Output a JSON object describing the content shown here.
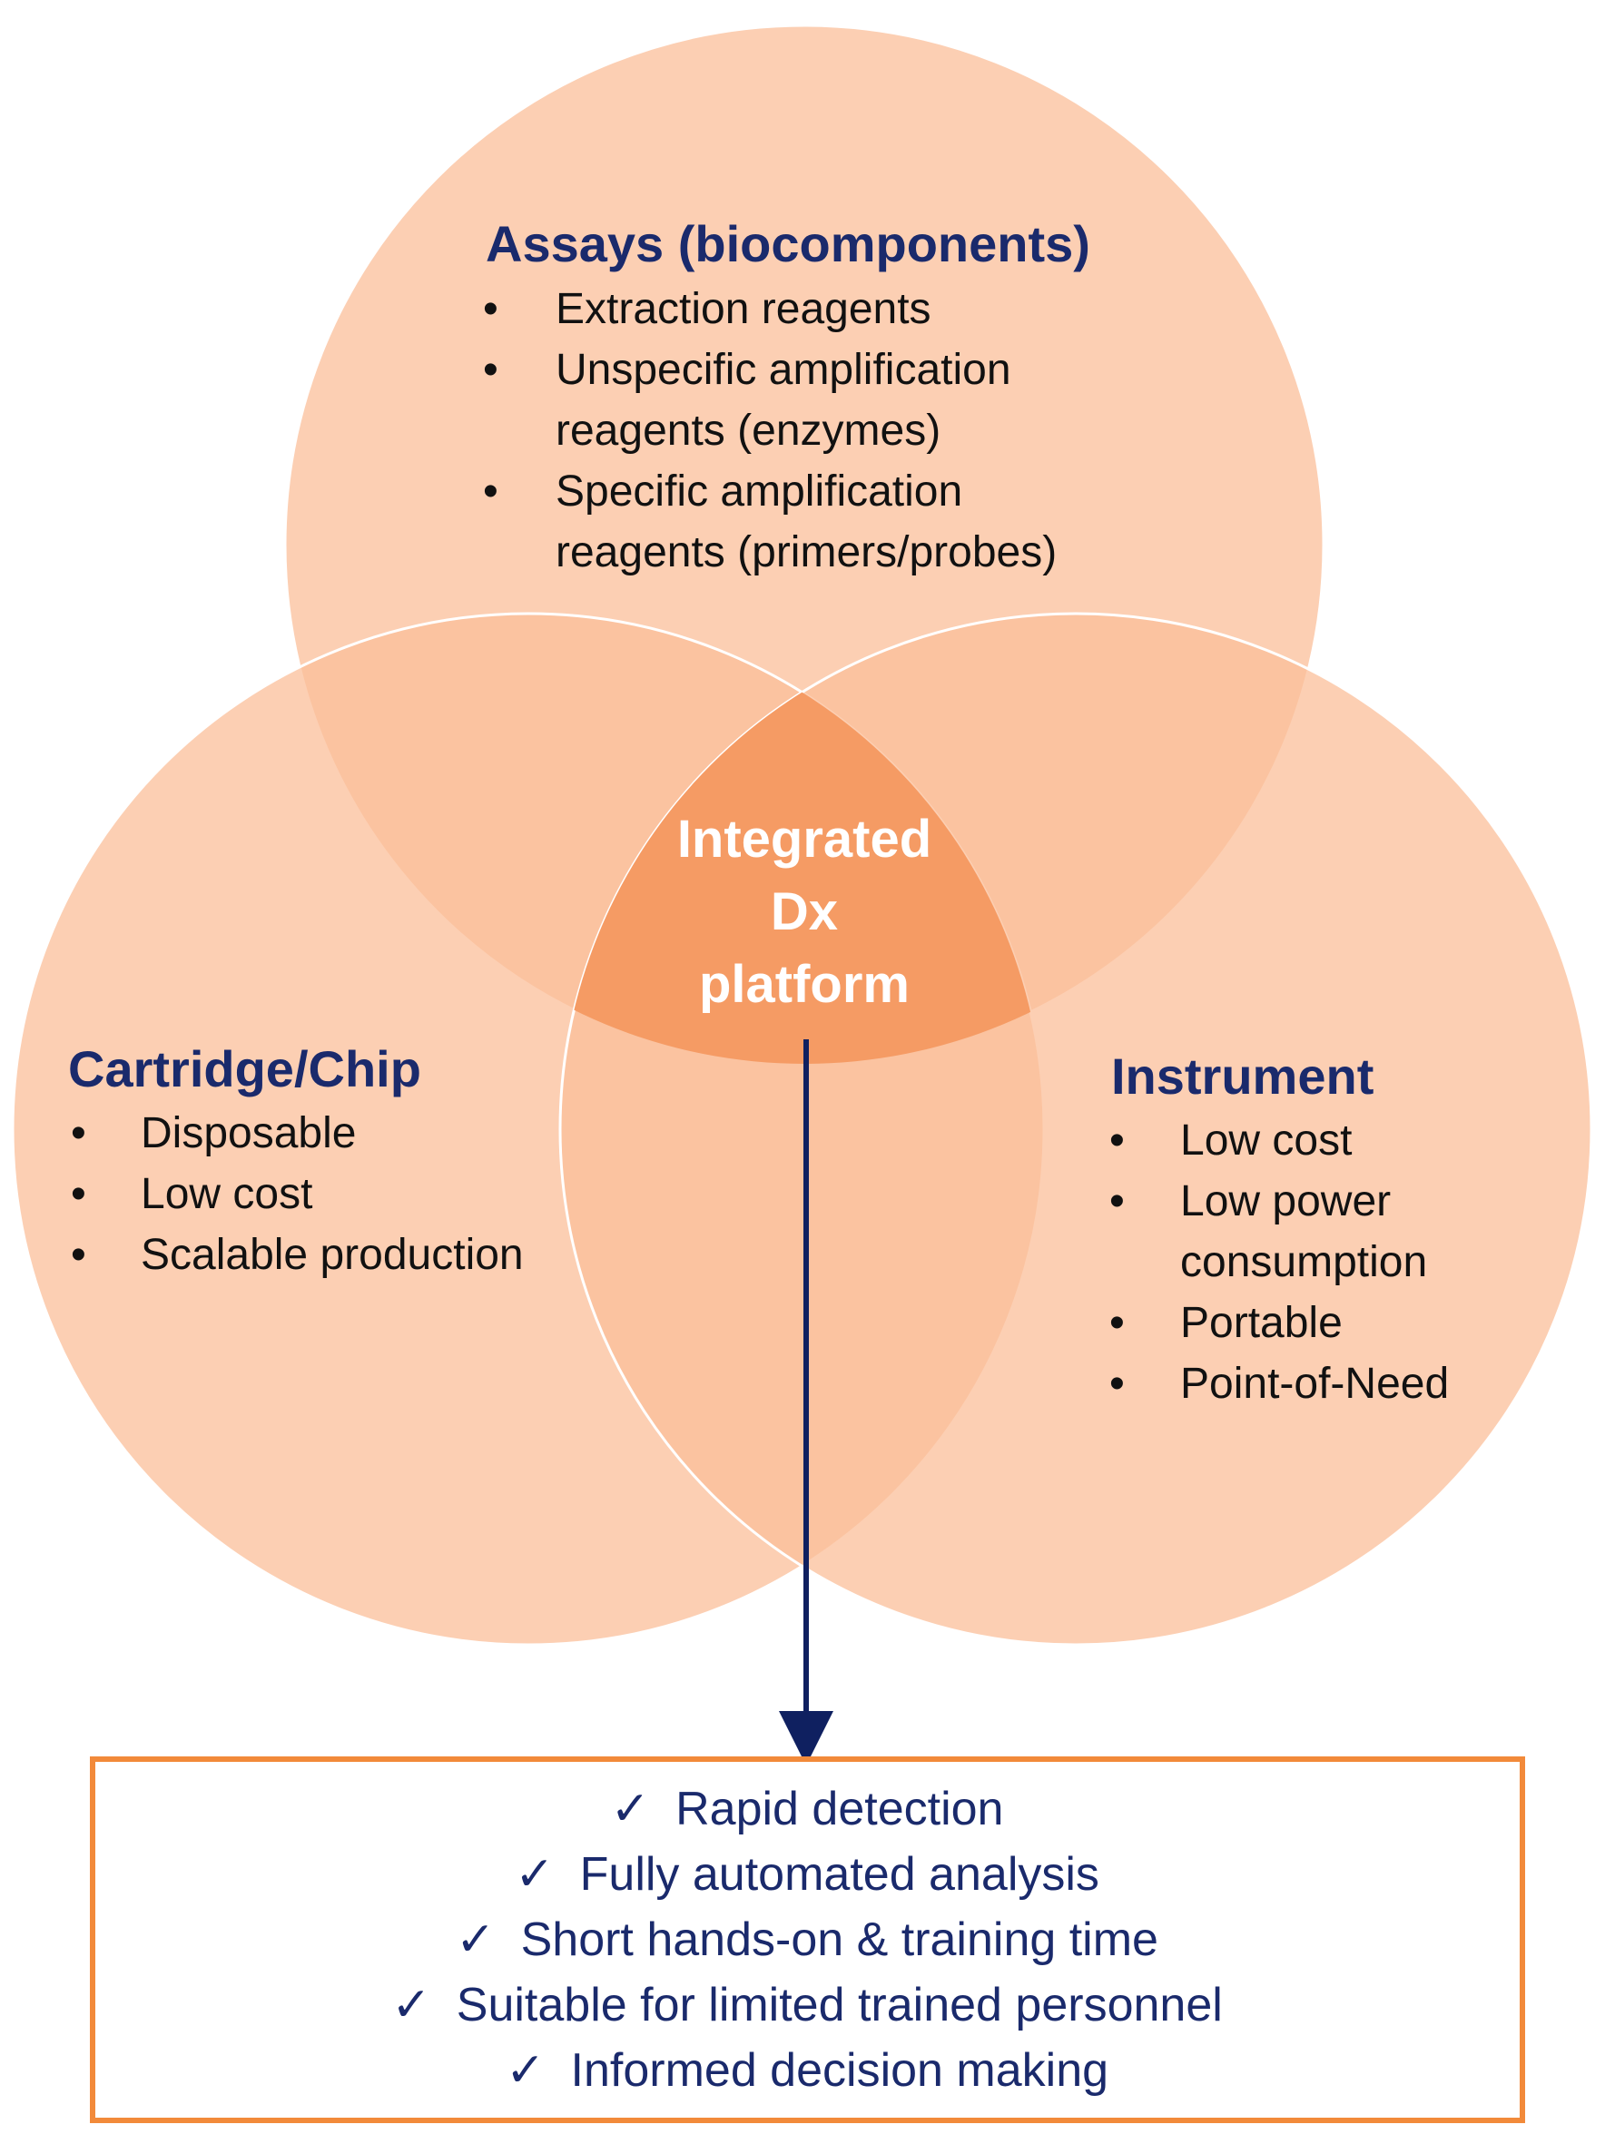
{
  "diagram": {
    "assays": {
      "title": "Assays (biocomponents)",
      "bullets": [
        [
          "Extraction reagents"
        ],
        [
          "Unspecific amplification",
          "reagents (enzymes)"
        ],
        [
          "Specific amplification",
          "reagents (primers/probes)"
        ]
      ]
    },
    "cartridge": {
      "title": "Cartridge/Chip",
      "bullets": [
        [
          "Disposable"
        ],
        [
          "Low cost"
        ],
        [
          "Scalable production"
        ]
      ]
    },
    "instrument": {
      "title": "Instrument",
      "bullets": [
        [
          "Low cost"
        ],
        [
          "Low power",
          "consumption"
        ],
        [
          "Portable"
        ],
        [
          "Point-of-Need"
        ]
      ]
    },
    "center": {
      "lines": [
        "Integrated",
        "Dx",
        "platform"
      ]
    },
    "bullet_char": "•",
    "check_char": "✓",
    "benefits": [
      "Rapid detection",
      "Fully automated analysis",
      "Short hands-on & training time",
      "Suitable for limited trained personnel",
      "Informed decision making"
    ],
    "colors": {
      "circle_fill": "#fbbf99",
      "circle_outline": "#ffffff",
      "center_fill": "#f59b64",
      "title_text": "#1a2a6c",
      "arrow": "#0f2060",
      "box_border": "#f28a3a"
    }
  }
}
